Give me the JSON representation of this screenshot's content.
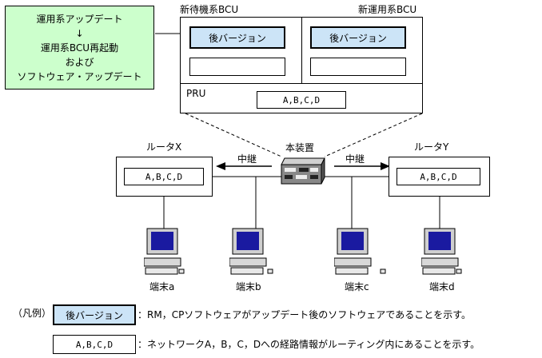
{
  "callout": {
    "line1": "運用系アップデート",
    "arrow": "↓",
    "line2": "運用系BCU再起動",
    "line3": "および",
    "line4": "ソフトウェア・アップデート"
  },
  "device": {
    "title": "本装置",
    "bcu_left": {
      "label": "新待機系BCU",
      "version": "後バージョン"
    },
    "bcu_right": {
      "label": "新運用系BCU",
      "version": "後バージョン"
    },
    "pru": {
      "label": "PRU",
      "routes": "A,B,C,D"
    }
  },
  "relay_label": "中継",
  "routers": [
    {
      "label": "ルータX",
      "routes": "A,B,C,D"
    },
    {
      "label": "ルータY",
      "routes": "A,B,C,D"
    }
  ],
  "terminals": [
    "端末a",
    "端末b",
    "端末c",
    "端末d"
  ],
  "legend": {
    "title": "（凡例）",
    "version_box": "後バージョン",
    "version_desc": "：RM，CPソフトウェアがアップデート後のソフトウェアであることを示す。",
    "routes_box": "A,B,C,D",
    "routes_desc": "：ネットワークA，B，C，Dへの経路情報がルーティング内にあることを示す。"
  },
  "colors": {
    "callout_bg": "#ccffcc",
    "version_bg": "#cce4f7",
    "screen": "#1a1aa0"
  }
}
